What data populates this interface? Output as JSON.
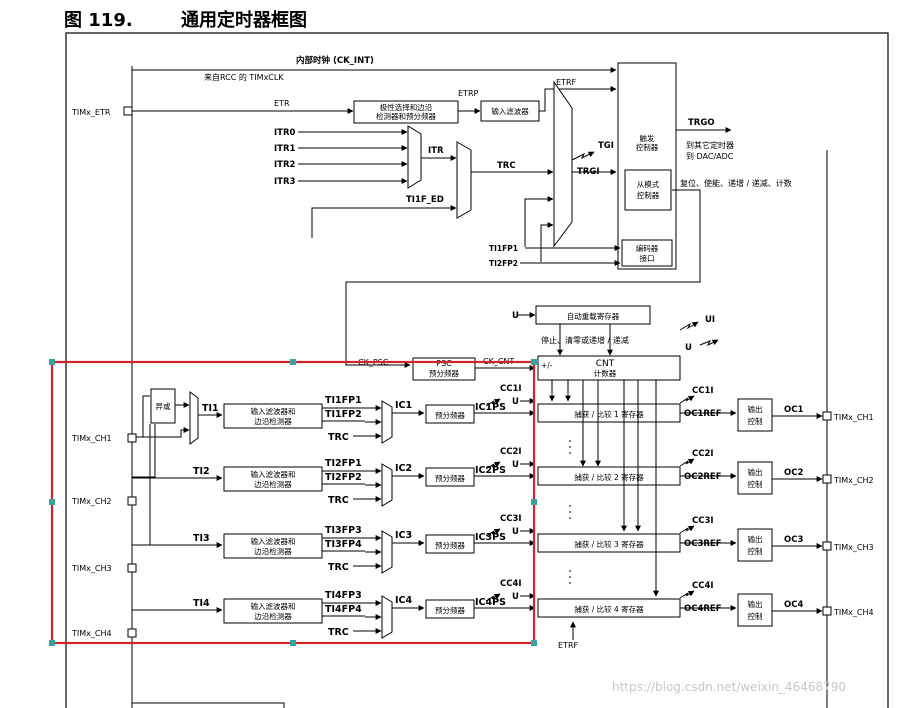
{
  "figure": {
    "number": "图 119.",
    "title": "通用定时器框图"
  },
  "labels": {
    "ck_int": "内部时钟 (CK_INT)",
    "rcc_clk": "来自RCC 的 TIMxCLK",
    "etr_pin": "TIMx_ETR",
    "etr": "ETR",
    "etr_block": [
      "极性选择和边沿",
      "检测器和预分频器"
    ],
    "etrp": "ETRP",
    "etr_filter": "输入滤波器",
    "etrf": "ETRF",
    "itr": [
      "ITR0",
      "ITR1",
      "ITR2",
      "ITR3"
    ],
    "itr_out": "ITR",
    "trc": "TRC",
    "tgi": "TGI",
    "trgi": "TRGI",
    "ti1f_ed": "TI1F_ED",
    "ti1fp1": "TI1FP1",
    "ti2fp2": "TI2FP2",
    "trigger_ctrl": [
      "触发",
      "控制器"
    ],
    "slave_ctrl": [
      "从模式",
      "控制器"
    ],
    "encoder_if": [
      "编码器",
      "接口"
    ],
    "trgo": "TRGO",
    "to_other": [
      "到其它定时器",
      "到 DAC/ADC"
    ],
    "slave_modes": "复位、使能、递增 / 递减、计数",
    "u": "U",
    "ui": "UI",
    "arr": "自动重载寄存器",
    "stop_clear": "停止、清零或递增 / 递减",
    "ck_psc": "CK_PSC",
    "psc_top": "PSC",
    "psc": "预分频器",
    "ck_cnt": "CK_CNT",
    "updown": "+/-",
    "cnt": "CNT",
    "cnt_sub": "计数器",
    "xor": "异或",
    "filter_edge": [
      "输入滤波器和",
      "边沿检测器"
    ],
    "prescaler": "预分频器",
    "output_ctrl": [
      "输出",
      "控制"
    ],
    "etrf_bottom": "ETRF",
    "watermark": "https://blog.csdn.net/weixin_46468790"
  },
  "channels": [
    {
      "pin": "TIMx_CH1",
      "ti": "TI1",
      "fpa": "TI1FP1",
      "fpb": "TI1FP2",
      "ic": "IC1",
      "icps": "IC1PS",
      "cci": "CC1I",
      "ccr": "捕获 / 比较 1 寄存器",
      "oc_ref": "OC1REF",
      "oc": "OC1",
      "out_pin": "TIMx_CH1"
    },
    {
      "pin": "TIMx_CH2",
      "ti": "TI2",
      "fpa": "TI2FP1",
      "fpb": "TI2FP2",
      "ic": "IC2",
      "icps": "IC2PS",
      "cci": "CC2I",
      "ccr": "捕获 / 比较 2 寄存器",
      "oc_ref": "OC2REF",
      "oc": "OC2",
      "out_pin": "TIMx_CH2"
    },
    {
      "pin": "TIMx_CH3",
      "ti": "TI3",
      "fpa": "TI3FP3",
      "fpb": "TI3FP4",
      "ic": "IC3",
      "icps": "IC3PS",
      "cci": "CC3I",
      "ccr": "捕获 / 比较 3 寄存器",
      "oc_ref": "OC3REF",
      "oc": "OC3",
      "out_pin": "TIMx_CH3"
    },
    {
      "pin": "TIMx_CH4",
      "ti": "TI4",
      "fpa": "TI4FP3",
      "fpb": "TI4FP4",
      "ic": "IC4",
      "icps": "IC4PS",
      "cci": "CC4I",
      "ccr": "捕获 / 比较 4 寄存器",
      "oc_ref": "OC4REF",
      "oc": "OC4",
      "out_pin": "TIMx_CH4"
    }
  ],
  "colors": {
    "highlight": "#d4232a",
    "handle": "#3aa0a0"
  }
}
